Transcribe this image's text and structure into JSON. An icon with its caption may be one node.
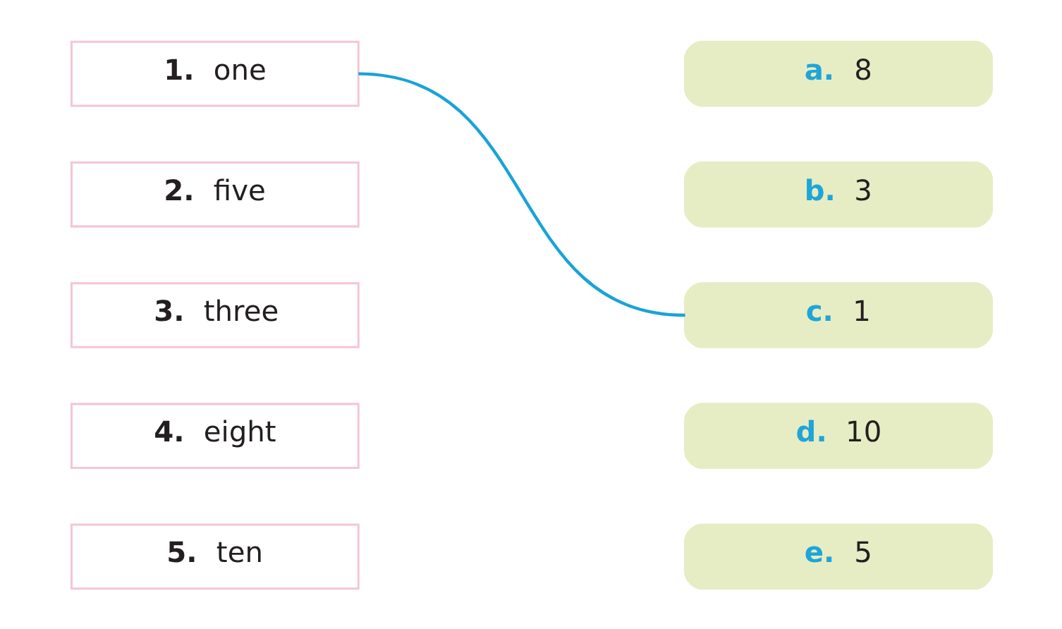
{
  "diagram": {
    "nodes": [
      {
        "text": [
          "1. one"
        ]
      },
      {
        "text": [
          "2. five"
        ]
      },
      {
        "text": [
          "3. three"
        ]
      },
      {
        "text": [
          "4. eight"
        ]
      },
      {
        "text": [
          "5. ten"
        ]
      },
      {
        "text": [
          "a. 8"
        ]
      },
      {
        "text": [
          "b. 3"
        ]
      },
      {
        "text": [
          "c. 1"
        ]
      },
      {
        "text": [
          "d. 10"
        ]
      },
      {
        "text": [
          "e. 5"
        ]
      }
    ],
    "edges": [
      {
        "from": 0,
        "to": 7,
        "arrow": "none"
      }
    ]
  }
}
